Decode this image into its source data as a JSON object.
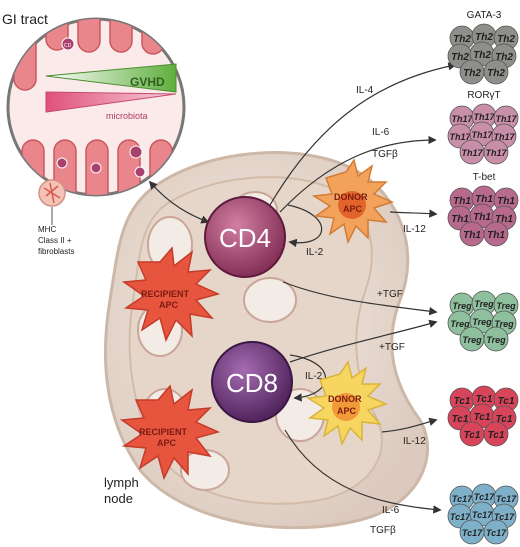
{
  "gi_tract": {
    "title": "GI tract",
    "gvhd": "GVHD",
    "microbiota": "microbiota",
    "cell": "CD"
  },
  "mhc_label": [
    "MHC",
    "Class II +",
    "fibroblasts"
  ],
  "lymph_node": [
    "lymph",
    "node"
  ],
  "cd4": "CD4",
  "cd8": "CD8",
  "recipient_apc": [
    "RECIPIENT",
    "APC"
  ],
  "donor_apc": [
    "DONOR",
    "APC"
  ],
  "cytokines": {
    "il4": "IL-4",
    "il6_top": "IL-6",
    "tgfb_top": "TGFβ",
    "il12_top": "IL-12",
    "il2_top": "IL-2",
    "tgf_top": "+TGF",
    "tgf_mid": "+TGF",
    "il2_bottom": "IL-2",
    "il12_bottom": "IL-12",
    "il6_bottom": "IL-6",
    "tgfb_bottom": "TGFβ"
  },
  "clusters": [
    {
      "title": "GATA-3",
      "cell": "Th2",
      "color": "#8e8e8a"
    },
    {
      "title": "RORγT",
      "cell": "Th17",
      "color": "#c98fa9"
    },
    {
      "title": "T-bet",
      "cell": "Th1",
      "color": "#b86a8c"
    },
    {
      "title": "",
      "cell": "Treg",
      "color": "#8fc09e"
    },
    {
      "title": "",
      "cell": "Tc1",
      "color": "#d8455a"
    },
    {
      "title": "",
      "cell": "Tc17",
      "color": "#7fb0c9"
    }
  ],
  "colors": {
    "node_fill": "#efe4dc",
    "node_edge": "#d5c3b6",
    "cd4_fill": "#a23f6c",
    "cd8_fill": "#6b2f76",
    "recipient_apc": "#e8553f",
    "donor_apc_top": "#f3a25c",
    "donor_apc_bottom": "#f6d560",
    "villus": "#e8868c"
  }
}
